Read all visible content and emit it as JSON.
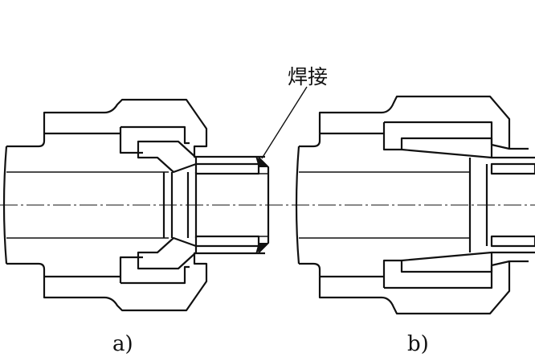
{
  "annotation": {
    "weld_label": "焊接"
  },
  "captions": {
    "left": "a)",
    "right": "b)"
  },
  "colors": {
    "line": "#111111",
    "background": "#ffffff"
  }
}
